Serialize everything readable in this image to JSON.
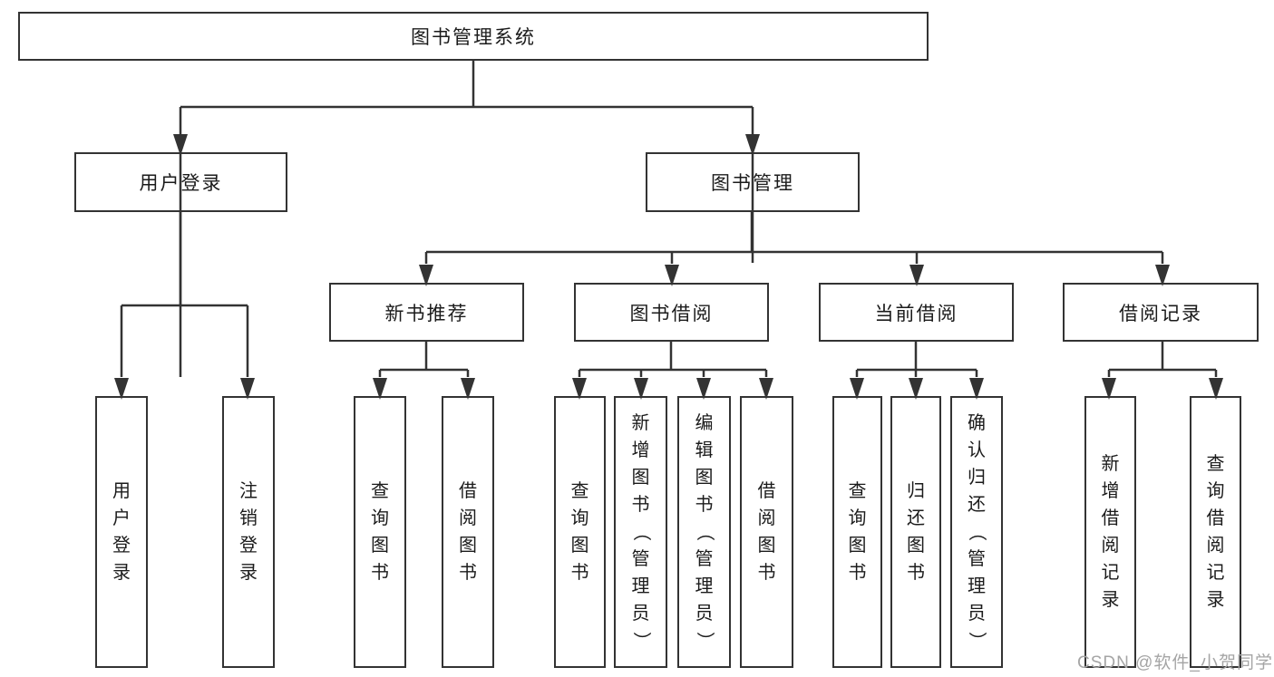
{
  "diagram_type": "hierarchy-tree",
  "tree": {
    "label": "图书管理系统",
    "children": [
      {
        "label": "用户登录",
        "children": [
          {
            "label": "用户登录"
          },
          {
            "label": "注销登录"
          }
        ]
      },
      {
        "label": "图书管理",
        "children": [
          {
            "label": "新书推荐",
            "children": [
              {
                "label": "查询图书"
              },
              {
                "label": "借阅图书"
              }
            ]
          },
          {
            "label": "图书借阅",
            "children": [
              {
                "label": "查询图书"
              },
              {
                "label": "新增图书（管理员）"
              },
              {
                "label": "编辑图书（管理员）"
              },
              {
                "label": "借阅图书"
              }
            ]
          },
          {
            "label": "当前借阅",
            "children": [
              {
                "label": "查询图书"
              },
              {
                "label": "归还图书"
              },
              {
                "label": "确认归还（管理员）"
              }
            ]
          },
          {
            "label": "借阅记录",
            "children": [
              {
                "label": "新增借阅记录"
              },
              {
                "label": "查询借阅记录"
              }
            ]
          }
        ]
      }
    ]
  },
  "watermark": {
    "text": "CSDN @软件_小贺同学",
    "color": "#a5a5a5"
  },
  "colors": {
    "line": "#333333",
    "box_border": "#333333",
    "background": "#ffffff",
    "text": "#1b1b1b"
  }
}
